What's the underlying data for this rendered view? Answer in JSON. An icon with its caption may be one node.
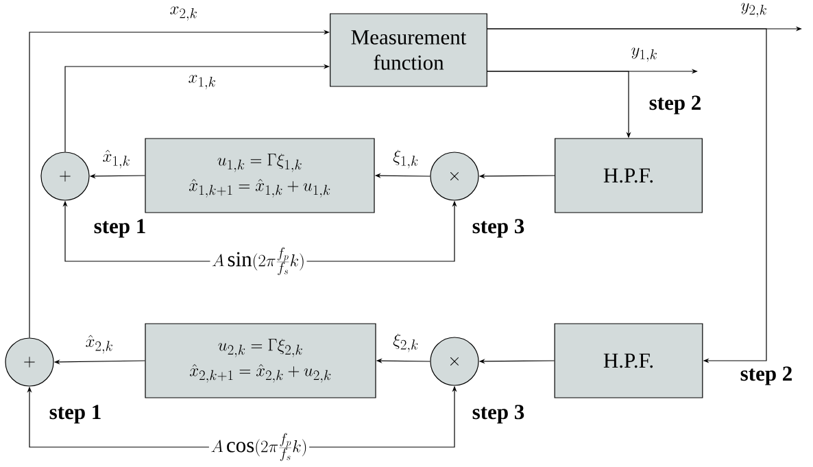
{
  "diagram": {
    "nodes": [
      {
        "text": [
          "Measurement function"
        ]
      },
      {
        "text": [
          "+"
        ]
      },
      {
        "text": [
          "u_{1,k}=\\Gamma\\xi_{1,k}",
          "\\hat{x}_{1,k+1}=\\hat{x}_{1,k}+u_{1,k}"
        ]
      },
      {
        "text": [
          "\\times"
        ]
      },
      {
        "text": [
          "H.P.F."
        ]
      },
      {
        "text": [
          "+"
        ]
      },
      {
        "text": [
          "u_{2,k}=\\Gamma\\xi_{2,k}",
          "\\hat{x}_{2,k+1}=\\hat{x}_{2,k}+u_{2,k}"
        ]
      },
      {
        "text": [
          "\\times"
        ]
      },
      {
        "text": [
          "H.P.F."
        ]
      },
      {
        "text": [
          "A\\sin(2\\pi\\frac{f_p}{f_s}k)"
        ]
      },
      {
        "text": [
          "A\\cos(2\\pi\\frac{f_p}{f_s}k)"
        ]
      }
    ],
    "edges": [
      {
        "from": 1,
        "to": 0,
        "arrow": "to",
        "label": "x_{1,k}"
      },
      {
        "from": 5,
        "to": 0,
        "arrow": "to",
        "label": "x_{2,k}"
      },
      {
        "from": 0,
        "to": null,
        "arrow": "to",
        "label": "y_{1,k}"
      },
      {
        "from": 0,
        "to": 4,
        "arrow": "to"
      },
      {
        "from": 0,
        "to": null,
        "arrow": "to",
        "label": "y_{2,k}"
      },
      {
        "from": 0,
        "to": 8,
        "arrow": "to"
      },
      {
        "from": 4,
        "to": 3,
        "arrow": "to"
      },
      {
        "from": 3,
        "to": 2,
        "arrow": "to",
        "label": "\\xi_{1,k}"
      },
      {
        "from": 2,
        "to": 1,
        "arrow": "to",
        "label": "\\hat{x}_{1,k}"
      },
      {
        "from": 9,
        "to": 1,
        "arrow": "to"
      },
      {
        "from": 9,
        "to": 3,
        "arrow": "to"
      },
      {
        "from": 8,
        "to": 7,
        "arrow": "to"
      },
      {
        "from": 7,
        "to": 6,
        "arrow": "to",
        "label": "\\xi_{2,k}"
      },
      {
        "from": 6,
        "to": 5,
        "arrow": "to",
        "label": "\\hat{x}_{2,k}"
      },
      {
        "from": 10,
        "to": 5,
        "arrow": "to"
      },
      {
        "from": 10,
        "to": 7,
        "arrow": "to"
      }
    ],
    "labels": [
      "step 2",
      "step 1",
      "step 3",
      "step 2",
      "step 1",
      "step 3"
    ]
  }
}
